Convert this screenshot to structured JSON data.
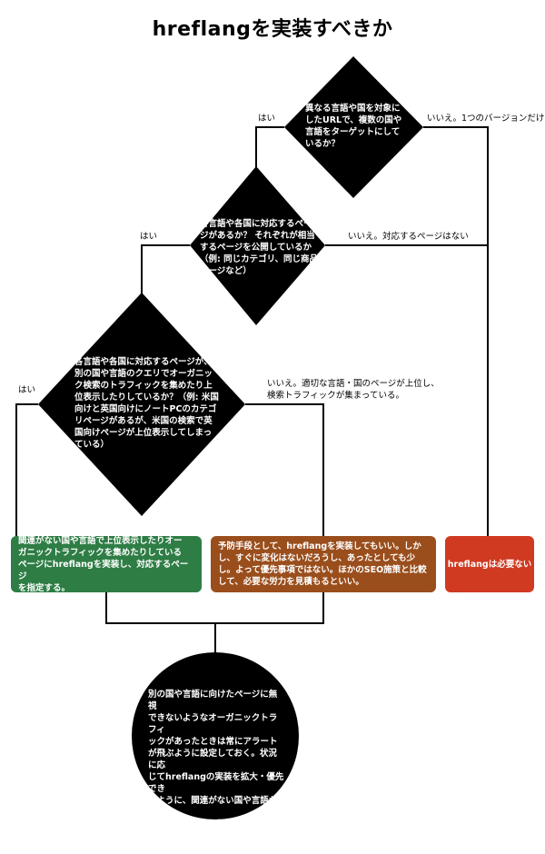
{
  "title": "hreflangを実装すべきか",
  "decisions": [
    {
      "question": "異なる言語や国を対象に\nしたURLで、複数の国や\n言語をターゲットにして\nいるか？",
      "yes_label": "はい",
      "no_label": "いいえ。1つのバージョンだけ"
    },
    {
      "question": "各言語や各国に対応するペー\nジがあるか？ それぞれが相当\nするページを公開しているか\n（例: 同じカテゴリ、同じ商品\nページなど）",
      "yes_label": "はい",
      "no_label": "いいえ。対応するページはない"
    },
    {
      "question": "各言語や各国に対応するページが、\n別の国や言語のクエリでオーガニッ\nク検索のトラフィックを集めたり上\n位表示したりしているか？（例: 米国\n向けと英国向けにノートPCのカテゴ\nリページがあるが、米国の検索で英\n国向けページが上位表示してしまっ\nている）",
      "yes_label": "はい",
      "no_label": "いいえ。適切な言語・国のページが上位し、\n検索トラフィックが集まっている。"
    }
  ],
  "outcomes": {
    "green": "関連がない国や言語で上位表示したりオー\nガニックトラフィックを集めたりしている\nページにhreflangを実装し、対応するページ\nを指定する。",
    "orange": "予防手段として、hreflangを実装してもいい。しか\nし、すぐに変化はないだろうし、あったとしても少\nし。よって優先事項ではない。ほかのSEO施策と比較\nして、必要な労力を見積もるといい。",
    "red": "hreflangは必要ない"
  },
  "final": "別の国や言語に向けたページに無視\nできないようなオーガニックトラフィ\nックがあったときは常にアラート\nが飛ぶように設定しておく。状況に応\nじてhreflangの実装を拡大・優先でき\nるように、関連がない国や言語から\nのトラフィックを特定するように監\n視しておく。",
  "colors": {
    "decision_fill": "#000000",
    "connector": "#000000",
    "green": "#2e7d45",
    "orange": "#9a4e1c",
    "red": "#cf3a21"
  }
}
